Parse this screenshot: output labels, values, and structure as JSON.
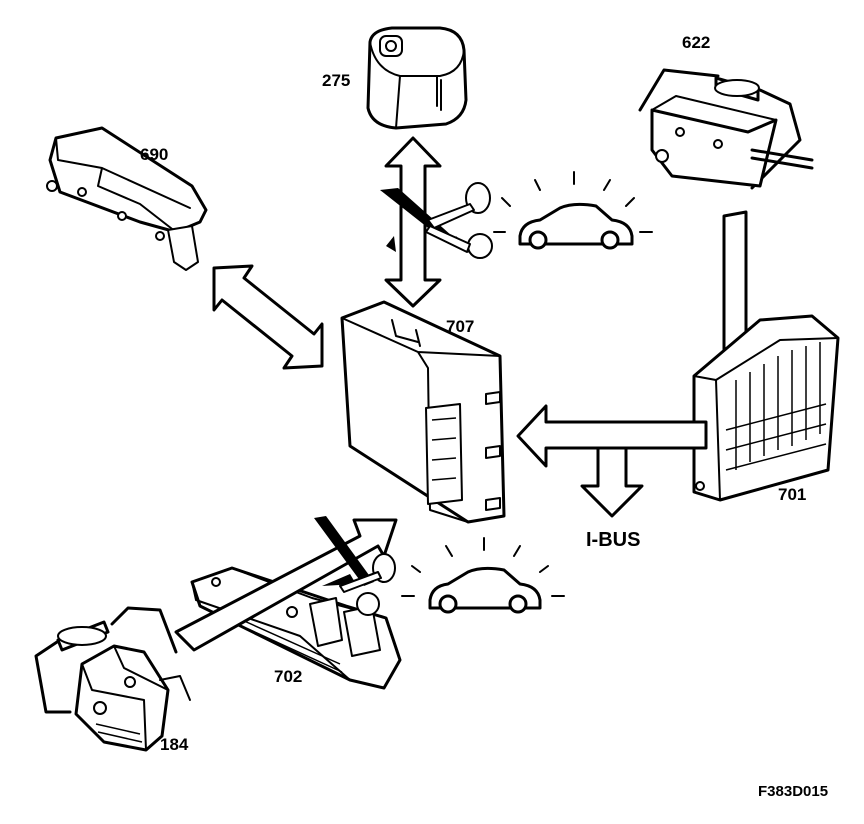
{
  "labels": {
    "siren": "275",
    "siren_module": "622",
    "sensor": "690",
    "control_module": "707",
    "bus_unit": "701",
    "switch_unit": "702",
    "lock": "184",
    "bus": "I-BUS",
    "figure_code": "F383D015"
  }
}
